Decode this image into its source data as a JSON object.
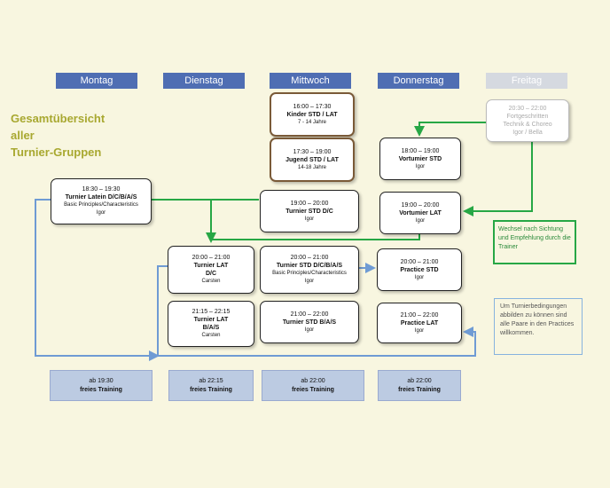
{
  "title_lines": [
    "Gesamtübersicht",
    "aller",
    "Turnier-Gruppen"
  ],
  "days": [
    "Montag",
    "Dienstag",
    "Mittwoch",
    "Donnerstag",
    "Freitag"
  ],
  "boxes": {
    "mi1": {
      "time": "16:00 – 17:30",
      "name": "Kinder STD / LAT",
      "sub": "7 - 14 Jahre"
    },
    "mi2": {
      "time": "17:30 – 19:00",
      "name": "Jugend STD / LAT",
      "sub": "14-18 Jahre"
    },
    "mi3": {
      "time": "19:00 – 20:00",
      "name": "Turnier STD D/C",
      "sub": "Igor"
    },
    "mi4": {
      "time": "20:00 – 21:00",
      "name": "Turnier STD D/C/B/A/S",
      "sub": "Basic Principles/Characteristics",
      "sub2": "Igor"
    },
    "mi5": {
      "time": "21:00 – 22:00",
      "name": "Turnier STD B/A/S",
      "sub": "Igor"
    },
    "mo1": {
      "time": "18:30 – 19:30",
      "name": "Turnier Latein D/C/B/A/S",
      "sub": "Basic Principles/Characteristics",
      "sub2": "Igor"
    },
    "di1": {
      "time": "20:00 – 21:00",
      "name": "Turnier LAT",
      "sub": "D/C",
      "sub2": "Carsten"
    },
    "di2": {
      "time": "21:15 – 22:15",
      "name": "Turnier LAT",
      "sub": "B/A/S",
      "sub2": "Carsten"
    },
    "do1": {
      "time": "18:00 – 19:00",
      "name": "Vortumier STD",
      "sub": "Igor"
    },
    "do2": {
      "time": "19:00 – 20:00",
      "name": "Vortumier LAT",
      "sub": "Igor"
    },
    "do3": {
      "time": "20:00 – 21:00",
      "name": "Practice STD",
      "sub": "Igor"
    },
    "do4": {
      "time": "21:00 – 22:00",
      "name": "Practice LAT",
      "sub": "Igor"
    },
    "fr1": {
      "time": "20:30 – 22:00",
      "name": "Fortgeschritten",
      "sub": "Technik & Choreo",
      "sub2": "Igor / Bella"
    }
  },
  "footers": [
    {
      "time": "ab 19:30",
      "label": "freies Training"
    },
    {
      "time": "ab 22:15",
      "label": "freies Training"
    },
    {
      "time": "ab 22:00",
      "label": "freies Training"
    },
    {
      "time": "ab 22:00",
      "label": "freies Training"
    }
  ],
  "note_green": "Wechsel nach Sichtung und Empfehlung durch die Trainer",
  "note_blue": "Um Turnierbedingungen abbilden zu können sind alle Paare in den Practices willkommen.",
  "colors": {
    "green": "#27a745",
    "blue": "#6f9bd4",
    "header": "#4f6eb3"
  }
}
